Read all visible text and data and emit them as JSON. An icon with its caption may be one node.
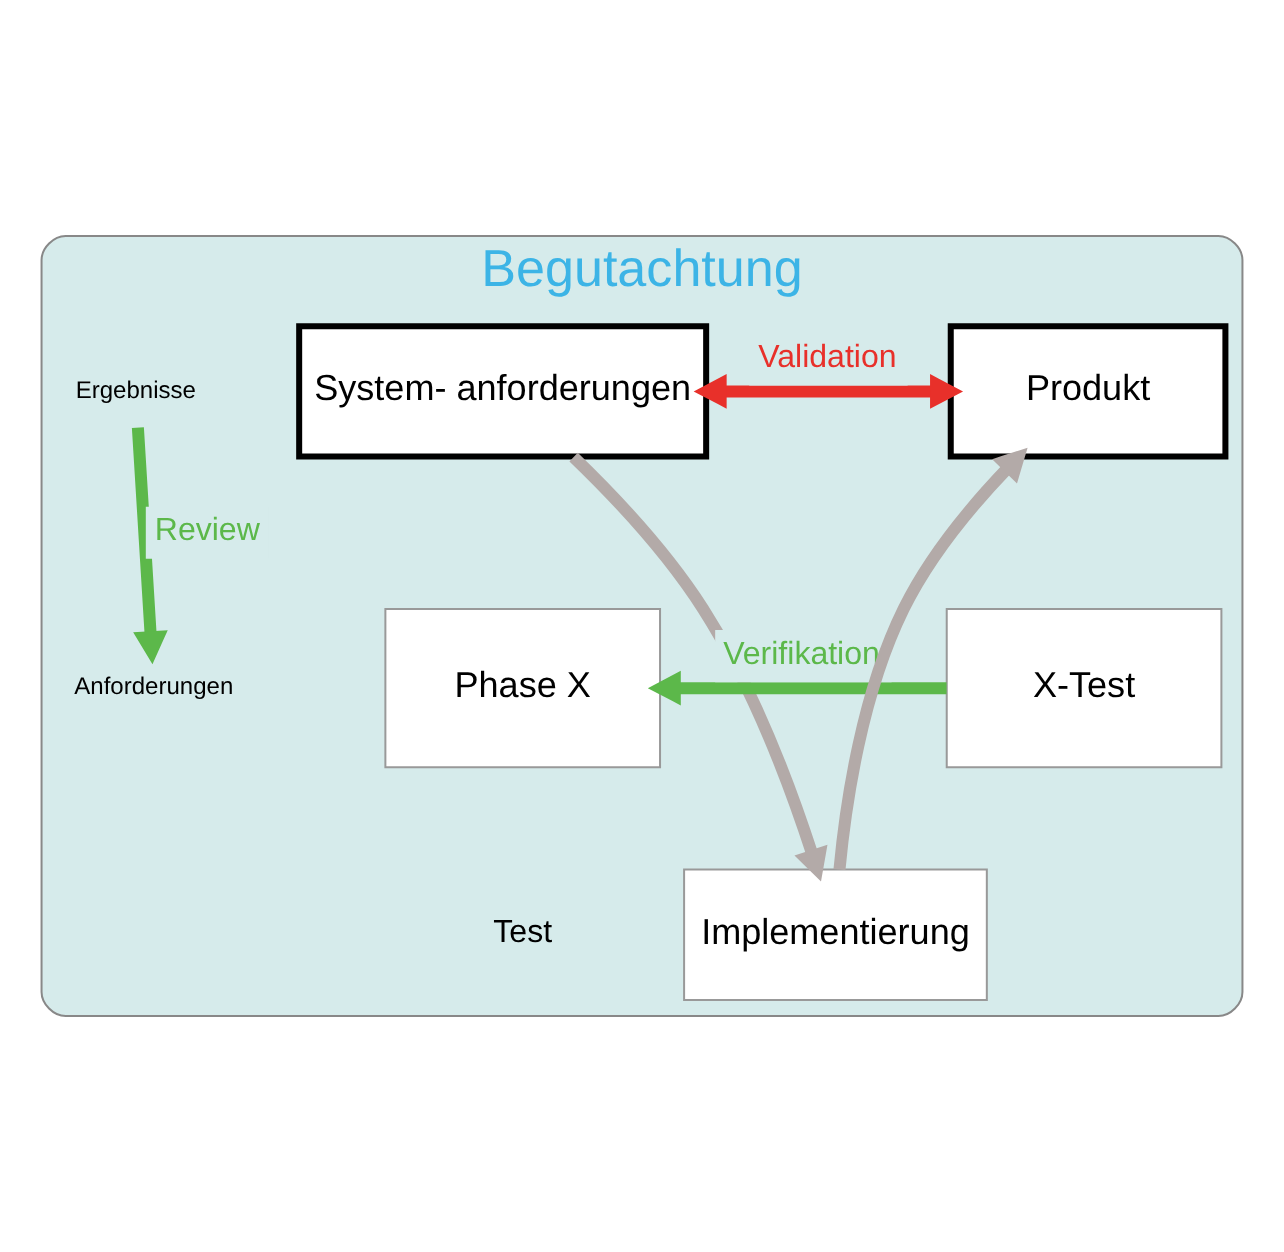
{
  "diagram": {
    "nodes": [
      {
        "text": [
          "Begutachtung"
        ]
      },
      {
        "text": [
          "System- anforderungen"
        ],
        "in": 0
      },
      {
        "text": [
          "Produkt"
        ],
        "in": 0
      },
      {
        "text": [
          "Anforderungen"
        ],
        "in": 0
      },
      {
        "text": [
          "Phase X"
        ],
        "in": 0
      },
      {
        "text": [
          "X-Test"
        ],
        "in": 0
      },
      {
        "text": [
          "Ergebnisse"
        ],
        "in": 0
      },
      {
        "text": [
          "Implementierung"
        ],
        "in": 0
      }
    ],
    "edges": [
      {
        "from": 1,
        "to": 2,
        "arrow": "both",
        "label": "Validation",
        "color": "#e8302a"
      },
      {
        "from": 1,
        "to": 7,
        "arrow": "to",
        "color": "#b3aaa8"
      },
      {
        "from": 7,
        "to": 2,
        "arrow": "to",
        "color": "#b3aaa8"
      },
      {
        "from": 5,
        "to": 4,
        "arrow": "to",
        "label": "Verifikation",
        "color": "#5cb84a"
      },
      {
        "from": 6,
        "to": 3,
        "arrow": "to",
        "label": "Review",
        "color": "#5cb84a"
      }
    ],
    "labels": [
      "Test"
    ]
  }
}
